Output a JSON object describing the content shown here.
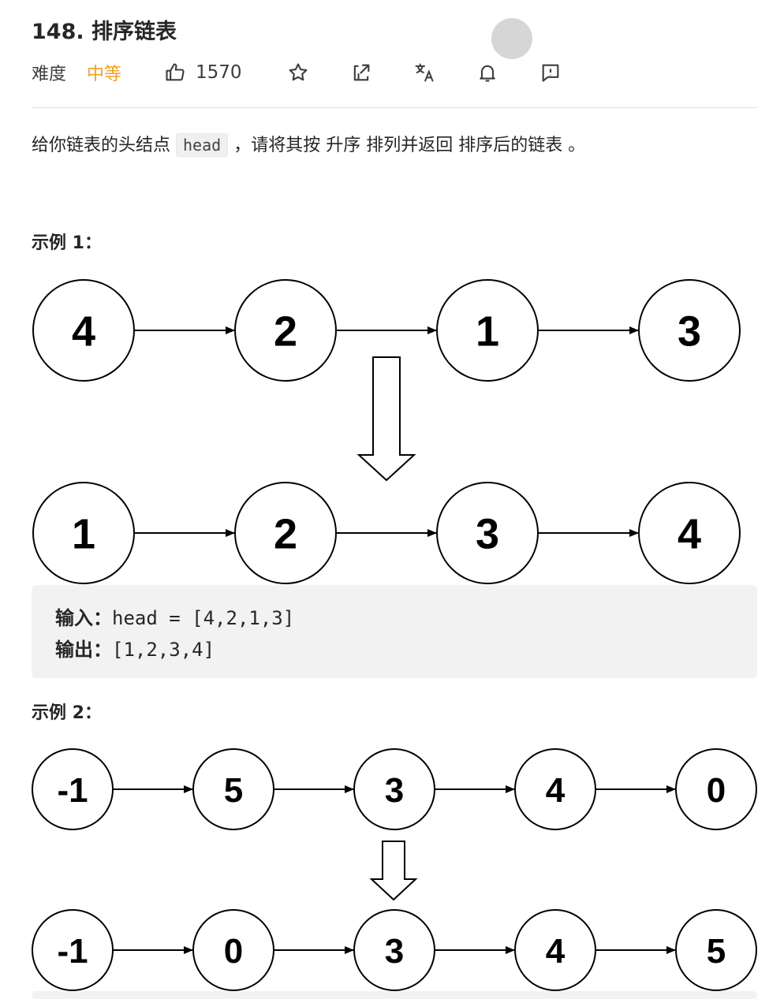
{
  "problem": {
    "title": "148. 排序链表",
    "difficulty_label": "难度",
    "difficulty": "中等",
    "likes": "1570",
    "description": {
      "p1": "给你链表的头结点",
      "code": "head",
      "p2": "，请将其按",
      "p3": "升序",
      "p4": "排列并返回",
      "p5": "排序后的链表",
      "p6": "。"
    }
  },
  "toolbar": {
    "icons": [
      "thumbs-up-icon",
      "star-icon",
      "share-icon",
      "translate-icon",
      "bell-icon",
      "feedback-icon"
    ]
  },
  "example1": {
    "title": "示例 1：",
    "input_label": "输入：",
    "input_value": "head = [4,2,1,3]",
    "output_label": "输出：",
    "output_value": "[1,2,3,4]",
    "before": [
      "4",
      "2",
      "1",
      "3"
    ],
    "after": [
      "1",
      "2",
      "3",
      "4"
    ]
  },
  "example2": {
    "title": "示例 2：",
    "before": [
      "-1",
      "5",
      "3",
      "4",
      "0"
    ],
    "after": [
      "-1",
      "0",
      "3",
      "4",
      "5"
    ]
  }
}
